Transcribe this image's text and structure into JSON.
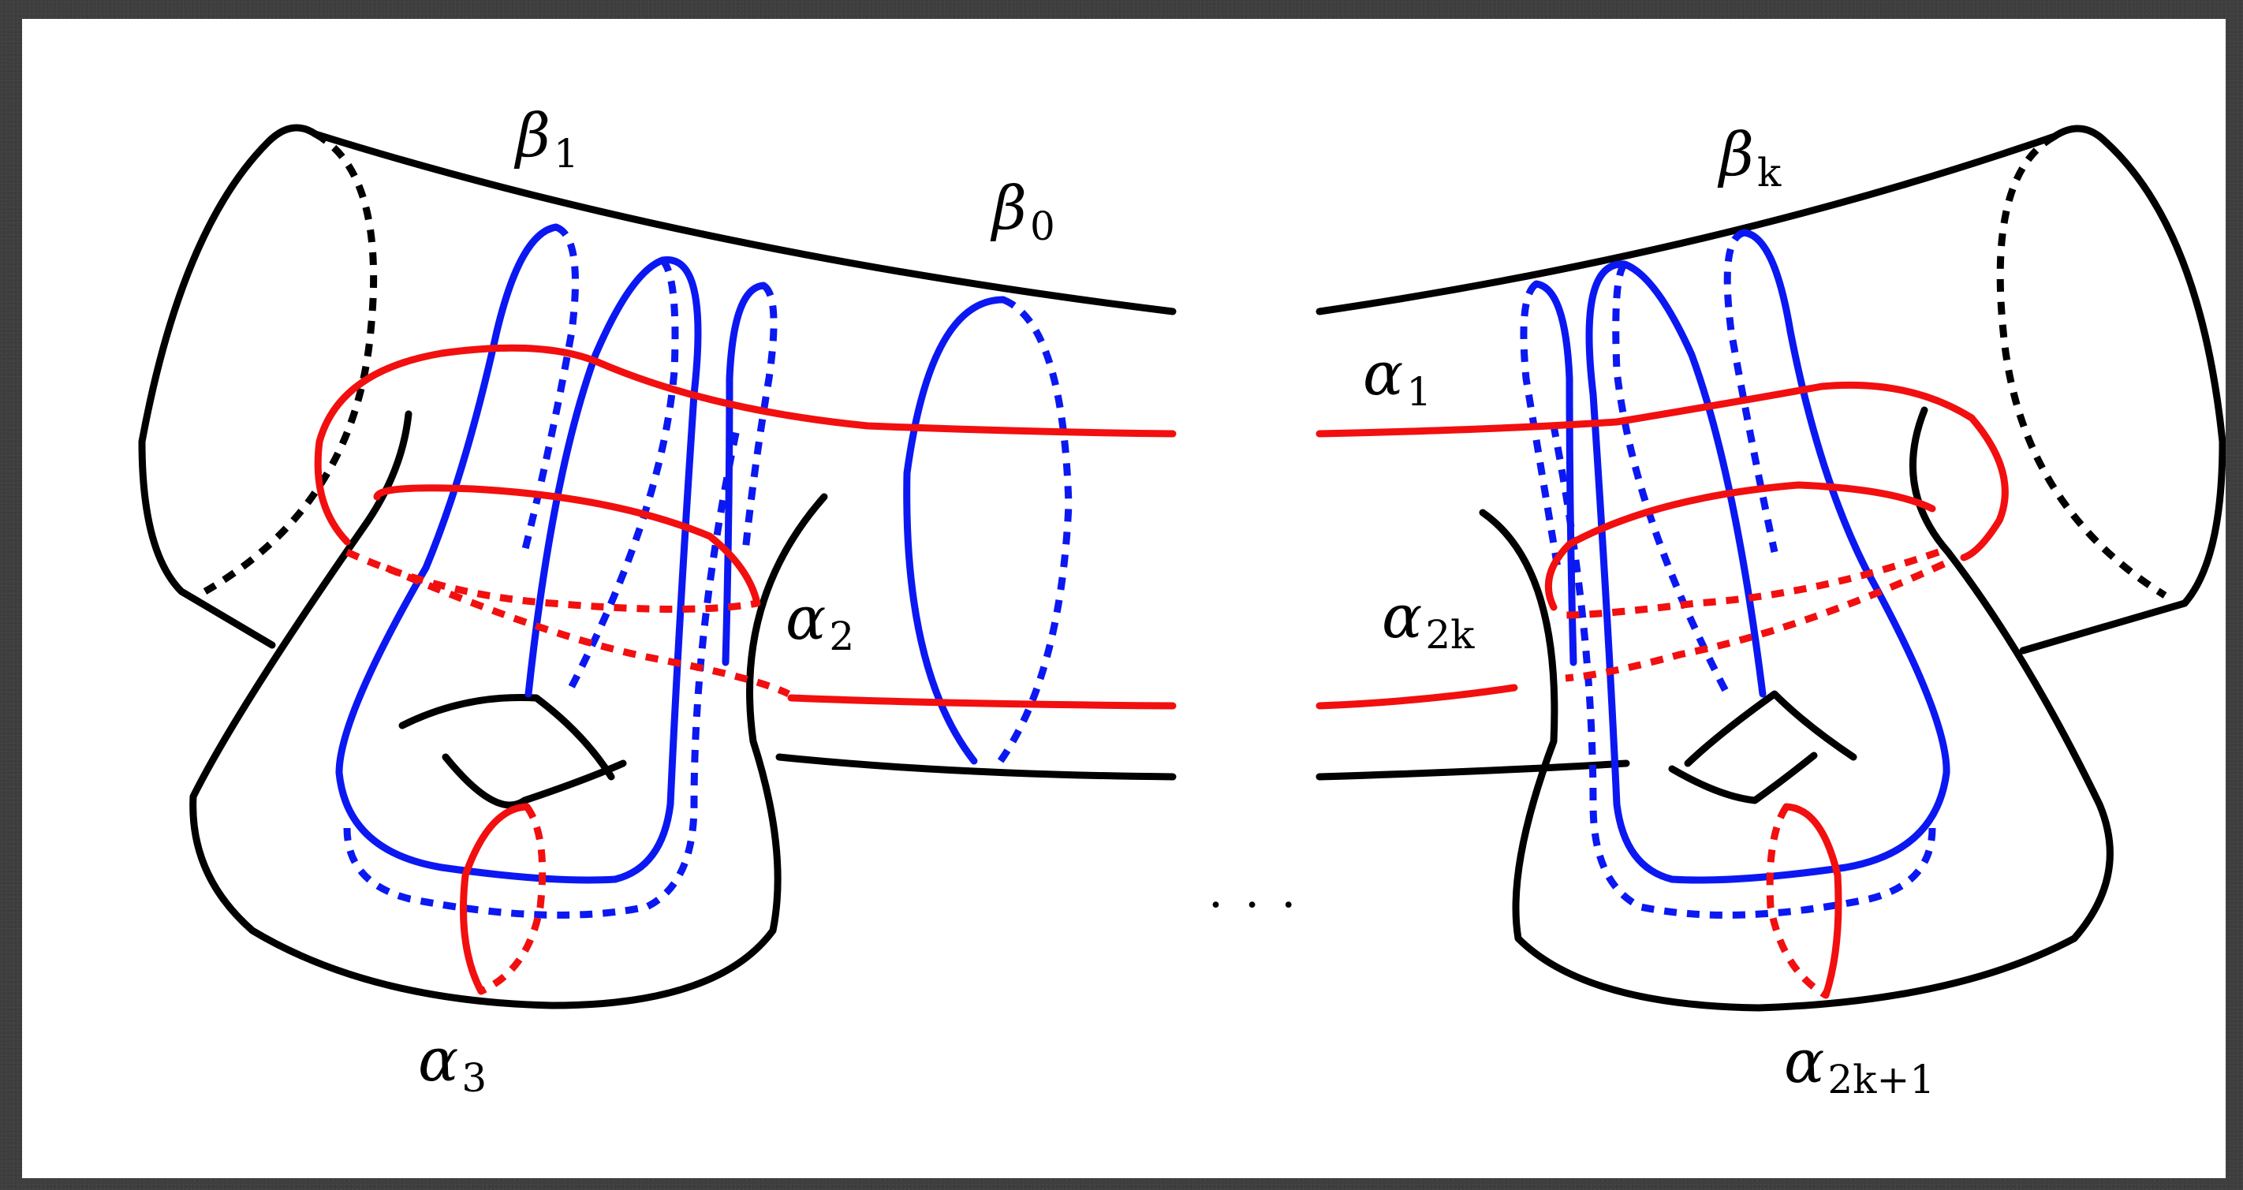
{
  "colors": {
    "frame": "#3e3e3e",
    "canvas": "#ffffff",
    "surface_outline": "#000000",
    "beta_curves": "#0b18f2",
    "alpha_curves": "#f20f0f"
  },
  "labels": {
    "beta_1": {
      "main": "β",
      "sub": "1"
    },
    "beta_0": {
      "main": "β",
      "sub": "0"
    },
    "beta_k": {
      "main": "β",
      "sub": "k"
    },
    "alpha_1": {
      "main": "α",
      "sub": "1"
    },
    "alpha_2": {
      "main": "α",
      "sub": "2"
    },
    "alpha_2k": {
      "main": "α",
      "sub": "2k"
    },
    "alpha_3": {
      "main": "α",
      "sub": "3"
    },
    "alpha_2k_plus_1": {
      "main": "α",
      "sub": "2k+1"
    },
    "ellipsis": "· · ·"
  }
}
